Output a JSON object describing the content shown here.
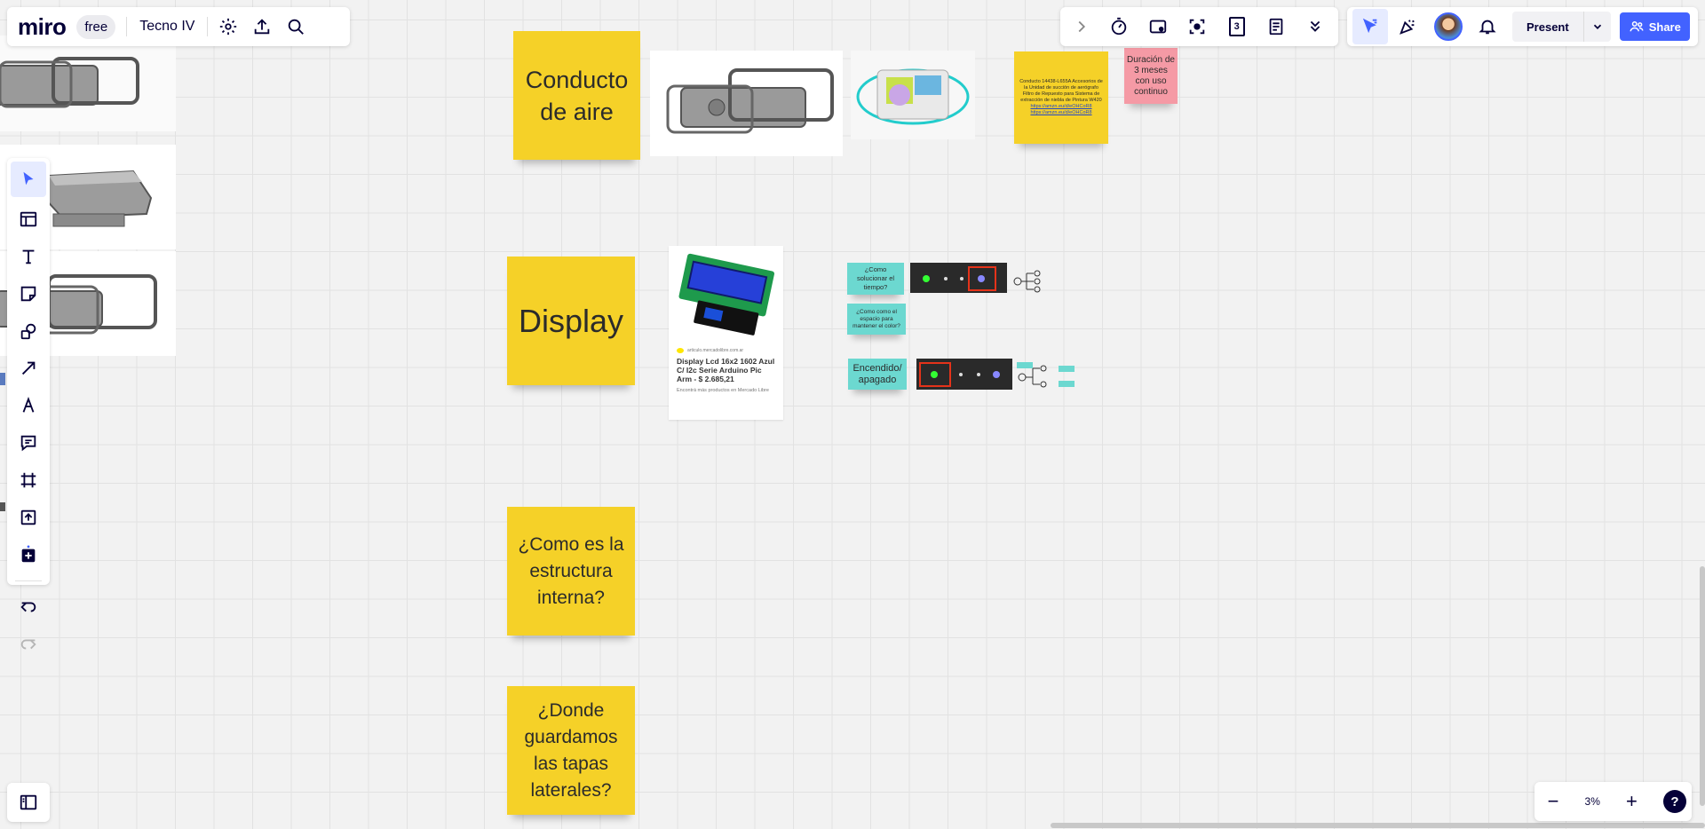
{
  "topbar": {
    "logo": "miro",
    "plan_badge": "free",
    "board_name": "Tecno IV"
  },
  "right_toolbar": {
    "timer_count": "3",
    "present_label": "Present",
    "share_label": "Share"
  },
  "zoom": {
    "level": "3%",
    "minus": "−",
    "plus": "+",
    "help": "?"
  },
  "stickies": {
    "conducto": "Conducto de aire",
    "display": "Display",
    "estructura": "¿Como es la estructura interna?",
    "tapas": "¿Donde guardamos las tapas laterales?",
    "duracion": "Duración de 3 meses con uso continuo",
    "conducto_desc": "Conducto 14438-L655A Accesorios de la Unidad de succión de aerógrafo Filtro de Repuesto para Sistema de extracción de niebla de Pintura W420",
    "link1": "https://amzn.eu/d/eOHCoR8",
    "link2": "https://amzn.eu/d/eOHCoR8",
    "tiempo": "¿Como solucionar el tiempo?",
    "color": "¿Como como el espacio para mantener el color?",
    "encendido": "Encendido/ apagado"
  },
  "product_card": {
    "source": "articulo.mercadolibre.com.ar",
    "title": "Display Lcd 16x2 1602 Azul C/ I2c Serie Arduino Pic Arm - $ 2.685,21",
    "subtitle": "Encontrá más productos en Mercado Libre"
  },
  "colors": {
    "sticky_yellow": "#f5d128",
    "sticky_teal": "#6cd8d0",
    "sticky_pink": "#f59aa5",
    "accent_blue": "#4262ff"
  }
}
